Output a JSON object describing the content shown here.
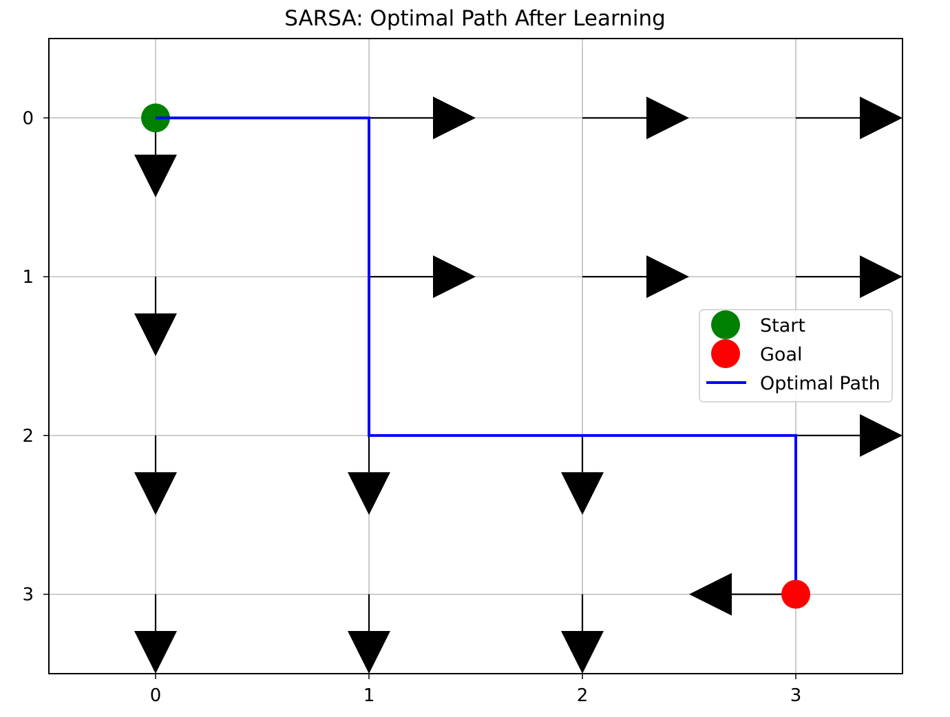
{
  "chart_data": {
    "type": "scatter",
    "title": "SARSA: Optimal Path After Learning",
    "xlabel": "",
    "ylabel": "",
    "xlim": [
      -0.5,
      3.5
    ],
    "ylim": [
      3.5,
      -0.5
    ],
    "y_axis_inverted": true,
    "grid": true,
    "x_ticks": [
      "0",
      "1",
      "2",
      "3"
    ],
    "y_ticks": [
      "0",
      "1",
      "2",
      "3"
    ],
    "policy_arrows": [
      {
        "x": 0,
        "y": 0,
        "dx": 0,
        "dy": 0.5
      },
      {
        "x": 1,
        "y": 0,
        "dx": 0.5,
        "dy": 0
      },
      {
        "x": 2,
        "y": 0,
        "dx": 0.5,
        "dy": 0
      },
      {
        "x": 3,
        "y": 0,
        "dx": 0.5,
        "dy": 0
      },
      {
        "x": 0,
        "y": 1,
        "dx": 0,
        "dy": 0.5
      },
      {
        "x": 1,
        "y": 1,
        "dx": 0.5,
        "dy": 0
      },
      {
        "x": 2,
        "y": 1,
        "dx": 0.5,
        "dy": 0
      },
      {
        "x": 3,
        "y": 1,
        "dx": 0.5,
        "dy": 0
      },
      {
        "x": 0,
        "y": 2,
        "dx": 0,
        "dy": 0.5
      },
      {
        "x": 1,
        "y": 2,
        "dx": 0,
        "dy": 0.5
      },
      {
        "x": 2,
        "y": 2,
        "dx": 0,
        "dy": 0.5
      },
      {
        "x": 3,
        "y": 2,
        "dx": 0.5,
        "dy": 0
      },
      {
        "x": 0,
        "y": 3,
        "dx": 0,
        "dy": 0.5
      },
      {
        "x": 1,
        "y": 3,
        "dx": 0,
        "dy": 0.5
      },
      {
        "x": 2,
        "y": 3,
        "dx": 0,
        "dy": 0.5
      },
      {
        "x": 3,
        "y": 3,
        "dx": -0.5,
        "dy": 0
      }
    ],
    "series": [
      {
        "name": "Start",
        "type": "marker",
        "color": "#008000",
        "points": [
          {
            "x": 0,
            "y": 0
          }
        ]
      },
      {
        "name": "Goal",
        "type": "marker",
        "color": "#ff0000",
        "points": [
          {
            "x": 3,
            "y": 3
          }
        ]
      },
      {
        "name": "Optimal Path",
        "type": "line",
        "color": "#0000ff",
        "points": [
          {
            "x": 0,
            "y": 0
          },
          {
            "x": 1,
            "y": 0
          },
          {
            "x": 1,
            "y": 1
          },
          {
            "x": 1,
            "y": 2
          },
          {
            "x": 2,
            "y": 2
          },
          {
            "x": 3,
            "y": 2
          },
          {
            "x": 3,
            "y": 3
          }
        ]
      }
    ],
    "legend": {
      "position": "center-right",
      "entries": [
        {
          "label": "Start",
          "color": "#008000",
          "kind": "marker"
        },
        {
          "label": "Goal",
          "color": "#ff0000",
          "kind": "marker"
        },
        {
          "label": "Optimal Path",
          "color": "#0000ff",
          "kind": "line"
        }
      ]
    },
    "colors": {
      "arrow": "#000000",
      "grid": "#b0b0b0",
      "axes": "#000000"
    }
  }
}
